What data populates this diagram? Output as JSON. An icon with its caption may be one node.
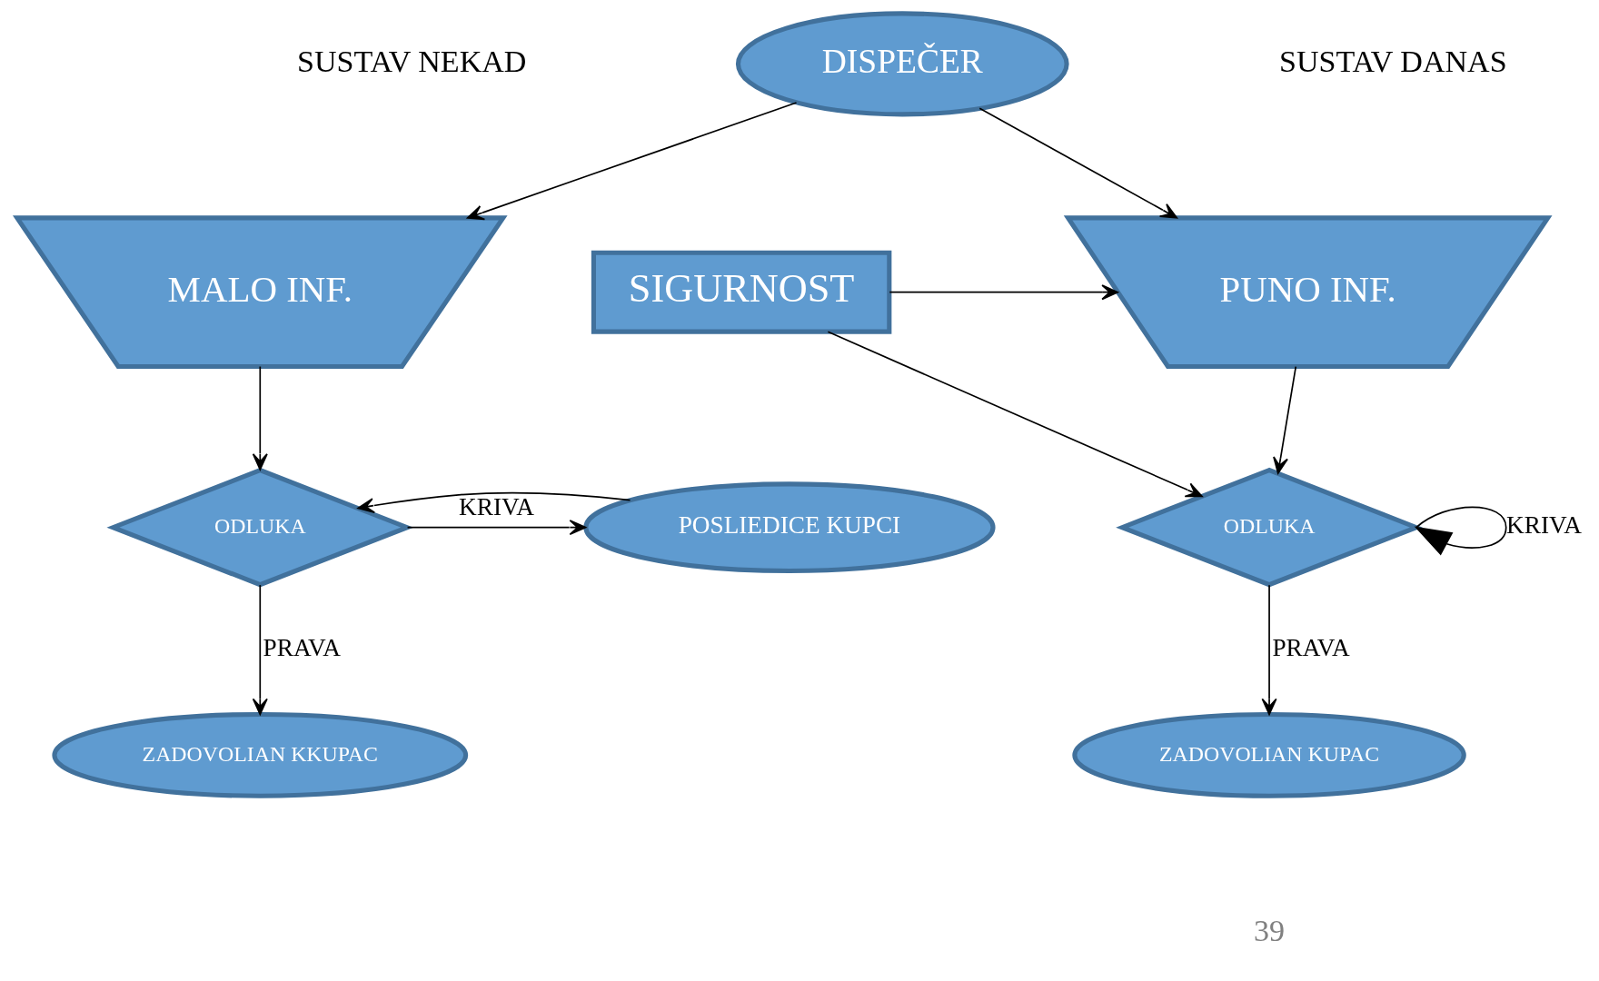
{
  "diagram": {
    "nodes": [
      {
        "text": [
          "DISPEČER"
        ]
      },
      {
        "text": [
          "MALO INF."
        ]
      },
      {
        "text": [
          "PUNO INF."
        ]
      },
      {
        "text": [
          "SIGURNOST"
        ]
      },
      {
        "text": [
          "ODLUKA"
        ]
      },
      {
        "text": [
          "POSLIEDICE KUPCI"
        ]
      },
      {
        "text": [
          "ODLUKA"
        ]
      },
      {
        "text": [
          "ZADOVOLIAN KKUPAC"
        ]
      },
      {
        "text": [
          "ZADOVOLIAN KUPAC"
        ]
      }
    ],
    "edges": [
      {
        "from": 0,
        "to": 1,
        "arrow": "to"
      },
      {
        "from": 0,
        "to": 2,
        "arrow": "to"
      },
      {
        "from": 1,
        "to": 4,
        "arrow": "to"
      },
      {
        "from": 5,
        "to": 4,
        "arrow": "to"
      },
      {
        "from": 4,
        "to": 5,
        "arrow": "to",
        "label": "KRIVA"
      },
      {
        "from": 4,
        "to": 7,
        "arrow": "to",
        "label": "PRAVA"
      },
      {
        "from": 2,
        "to": 6,
        "arrow": "to"
      },
      {
        "from": 3,
        "to": 2,
        "arrow": "to"
      },
      {
        "from": 3,
        "to": 6,
        "arrow": "to"
      },
      {
        "from": 6,
        "to": 6,
        "arrow": "to",
        "label": "KRIVA"
      },
      {
        "from": 6,
        "to": 8,
        "arrow": "to",
        "label": "PRAVA"
      }
    ],
    "labels": [
      "SUSTAV NEKAD",
      "SUSTAV DANAS",
      "39"
    ]
  }
}
